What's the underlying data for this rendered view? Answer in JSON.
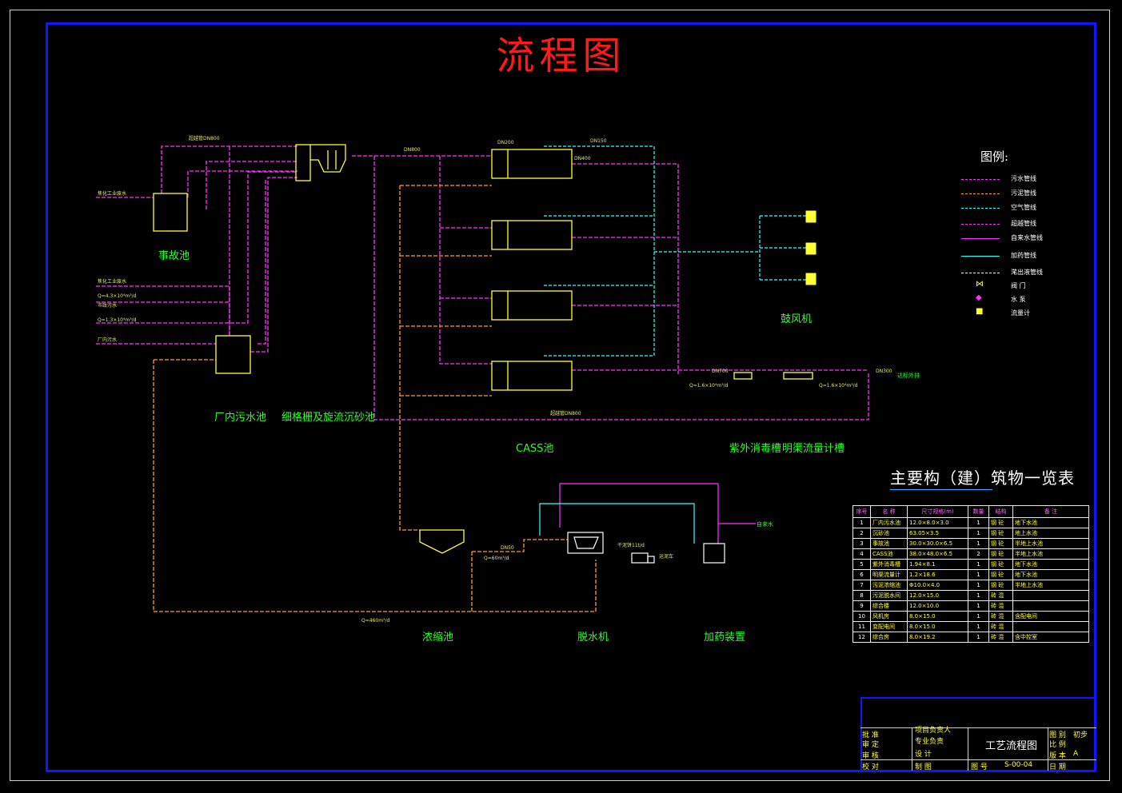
{
  "title": "流程图",
  "legend": {
    "title": "图例:",
    "items": [
      {
        "name": "污水管线",
        "color": "#ff33ff",
        "style": "dash"
      },
      {
        "name": "污泥管线",
        "color": "#ff9933",
        "style": "dash"
      },
      {
        "name": "空气管线",
        "color": "#33ffff",
        "style": "dash"
      },
      {
        "name": "超越管线",
        "color": "#ff33ff",
        "style": "dash"
      },
      {
        "name": "自来水管线",
        "color": "#ff33ff",
        "style": "solid"
      },
      {
        "name": "加药管线",
        "color": "#33ffff",
        "style": "solid"
      },
      {
        "name": "滗出液管线",
        "color": "#ffffff",
        "style": "dash"
      },
      {
        "name": "阀 门",
        "symbol": "⋈",
        "color": "#ffff33"
      },
      {
        "name": "水 泵",
        "symbol": "◆",
        "color": "#ff33ff"
      },
      {
        "name": "流量计",
        "symbol": "■",
        "color": "#ffff33"
      }
    ]
  },
  "units": {
    "sump": "事故池",
    "plant_sewage": "厂内污水池",
    "grit": "细格栅及旋流沉砂池",
    "cass": "CASS池",
    "uv": "紫外消毒槽",
    "flume": "明渠流量计槽",
    "blower": "鼓风机",
    "thickener": "浓缩池",
    "dewater": "脱水机",
    "dosing": "加药装置"
  },
  "inflows": {
    "a": "焦化工业废水",
    "b": "焦化工业废水",
    "c": "市政污水",
    "d": "厂内污水",
    "q1": "Q=4.3×10⁴m³/d",
    "q2": "Q=1.3×10⁴m³/d"
  },
  "pipes": {
    "bypass_top": "超越管DN800",
    "bypass_bottom": "超越管DN800",
    "dn800": "DN800",
    "dn200": "DN200",
    "dn150": "DN150",
    "dn400": "DN400",
    "dn700": "DN700",
    "dn300": "DN300",
    "dn50": "DN50",
    "q_out1": "Q=1.6×10⁴m³/d",
    "q_out2": "Q=1.6×10⁴m³/d",
    "q_sludge": "Q=460m³/d",
    "q_sludge2": "Q=60m³/d",
    "discharge": "达标外排",
    "tap_water": "自来水",
    "cake": "干泥饼11t/d",
    "truck": "运泥车"
  },
  "table": {
    "title": "主要构（建）筑物一览表",
    "headers": [
      "序号",
      "名 称",
      "尺寸规格(m)",
      "数量",
      "结构",
      "备 注"
    ],
    "rows": [
      [
        "1",
        "厂内污水池",
        "12.0×8.0×3.0",
        "1",
        "钢 砼",
        "地下水池"
      ],
      [
        "2",
        "沉砂池",
        "63.05×3.5",
        "1",
        "钢 砼",
        "地上水池"
      ],
      [
        "3",
        "事故池",
        "30.0×30.0×6.5",
        "1",
        "钢 砼",
        "半地上水池"
      ],
      [
        "4",
        "CASS池",
        "38.0×48.0×6.5",
        "2",
        "钢 砼",
        "半地上水池"
      ],
      [
        "5",
        "紫外消毒槽",
        "1.94×8.1",
        "1",
        "钢 砼",
        "地下水池"
      ],
      [
        "6",
        "明渠流量计",
        "1.2×18.6",
        "1",
        "钢 砼",
        "地下水池"
      ],
      [
        "7",
        "污泥浓缩池",
        "Φ10.0×4.0",
        "1",
        "钢 砼",
        "半地上水池"
      ],
      [
        "8",
        "污泥脱水间",
        "12.0×15.0",
        "1",
        "砖 混",
        ""
      ],
      [
        "9",
        "综合楼",
        "12.0×10.0",
        "1",
        "砖 混",
        ""
      ],
      [
        "10",
        "风机房",
        "8.0×15.0",
        "1",
        "砖 混",
        "含配电间"
      ],
      [
        "11",
        "变配电间",
        "8.0×15.0",
        "1",
        "砖 混",
        ""
      ],
      [
        "12",
        "综合房",
        "8.0×19.2",
        "1",
        "砖 混",
        "含中控室"
      ]
    ]
  },
  "titleblock": {
    "drawing_name": "工艺流程图",
    "roles": [
      "批 准",
      "审 定",
      "审 核",
      "校 对"
    ],
    "roles2": [
      "项目负责人",
      "专业负责",
      "设 计",
      "制 图"
    ],
    "right": [
      "图 别",
      "比 例",
      "版 本",
      "日 期"
    ],
    "right_vals": [
      "初步",
      "",
      "A",
      ""
    ],
    "drawing_no_label": "图 号",
    "drawing_no": "S-00-04"
  }
}
